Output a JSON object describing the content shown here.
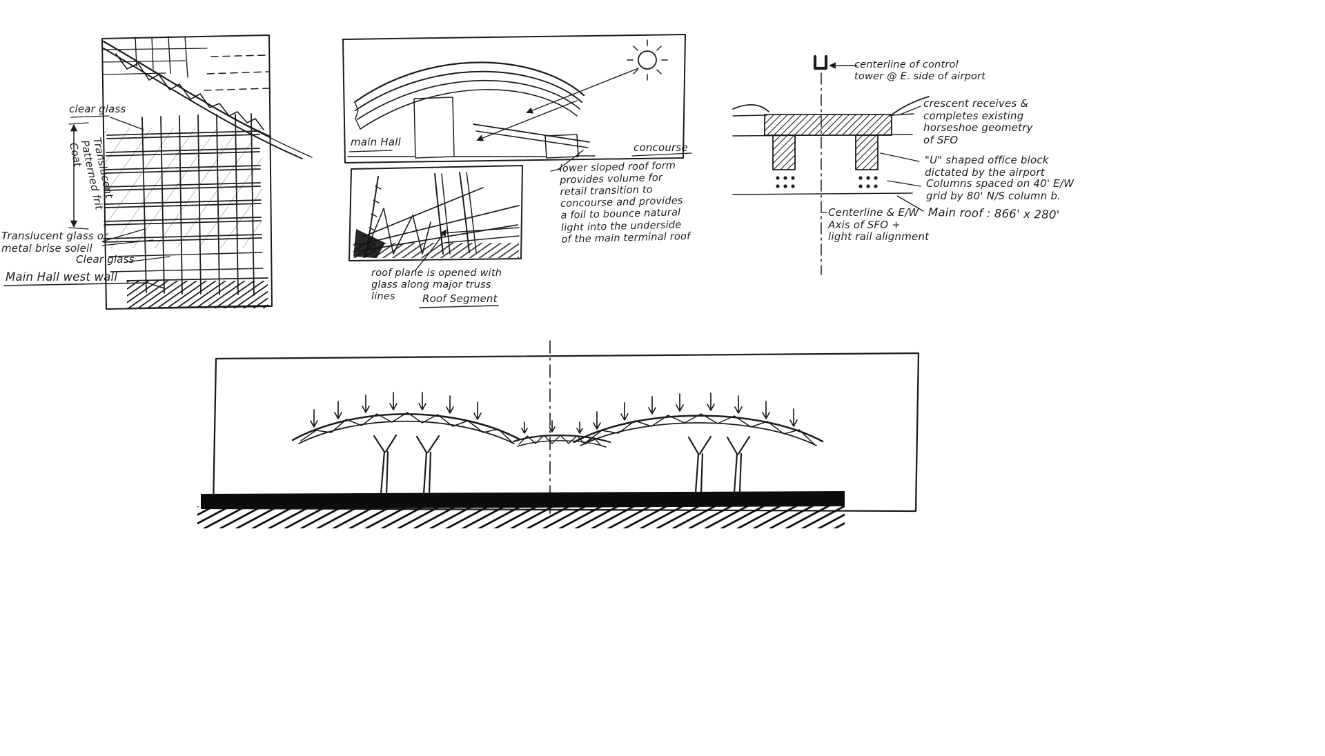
{
  "ink": "#1c1c1c",
  "facade": {
    "label_clear_glass_top": "clear glass",
    "label_frit": "Translucent\nPatterned frit\nCoat",
    "label_brise_soleil": "Translucent glass or\nmetal brise soleil",
    "label_clear_glass_bottom": "Clear glass",
    "title": "Main Hall west wall"
  },
  "roof_form": {
    "label_main_hall": "main Hall",
    "label_concourse": "concourse",
    "annotation": "lower sloped roof form\nprovides volume for\nretail transition to\nconcourse and provides\na foil to bounce natural\nlight into the underside\nof the main terminal roof"
  },
  "roof_segment": {
    "annotation": "roof plane is opened with\nglass along major truss\nlines",
    "caption": "Roof Segment"
  },
  "site_plan": {
    "label_control_tower": "centerline of control\ntower @ E. side of airport",
    "label_crescent": "crescent receives &\ncompletes existing\nhorseshoe geometry\nof SFO",
    "label_office_block": "\"U\" shaped office block\ndictated by the airport",
    "label_columns": "Columns spaced on 40' E/W\ngrid by 80' N/S column b.",
    "label_main_roof": "Main roof : 866' x 280'",
    "label_centerline": "Centerline & E/W\nAxis of SFO +\nlight rail alignment"
  }
}
